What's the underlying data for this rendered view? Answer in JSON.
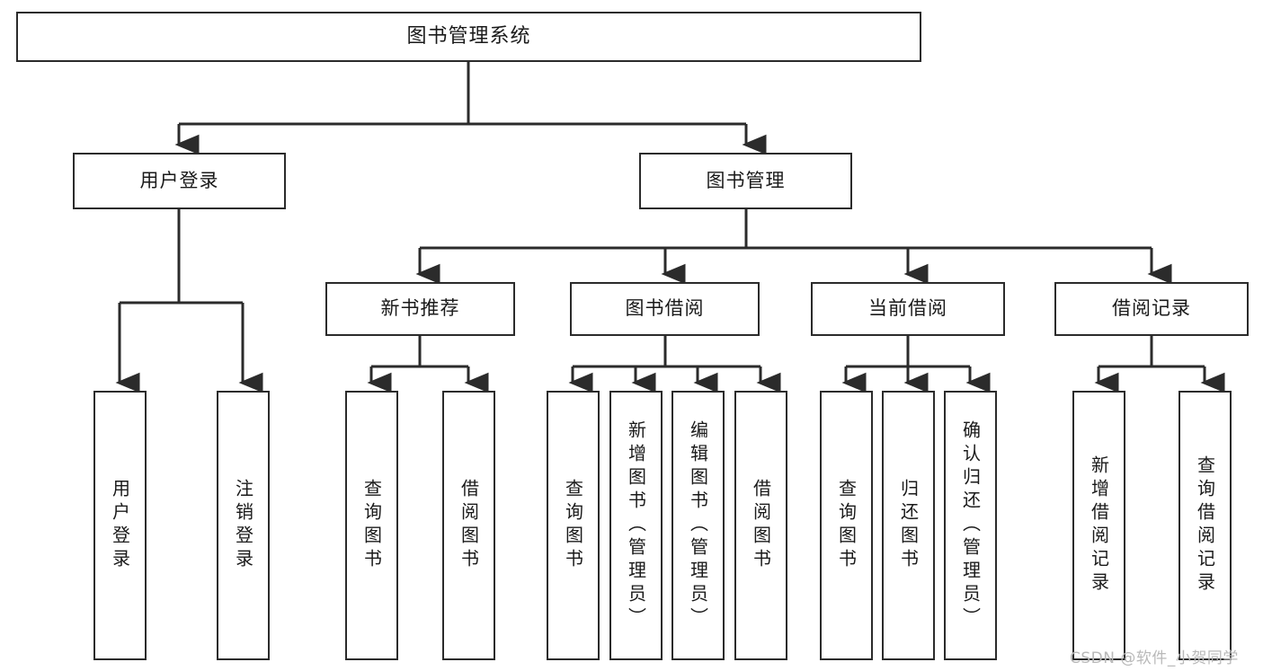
{
  "diagram": {
    "title": "图书管理系统",
    "type": "functional-structure-tree",
    "colors": {
      "box_border": "#2b2b2b",
      "box_fill": "#ffffff",
      "connector": "#2b2b2b",
      "text": "#1a1a1a",
      "watermark": "#b9b9b9",
      "background": "#ffffff"
    },
    "root": {
      "label": "图书管理系统"
    },
    "level2": [
      {
        "id": "user-login",
        "label": "用户登录"
      },
      {
        "id": "book-manage",
        "label": "图书管理"
      }
    ],
    "level3": [
      {
        "id": "new-book-recommend",
        "label": "新书推荐"
      },
      {
        "id": "book-borrow",
        "label": "图书借阅"
      },
      {
        "id": "current-borrow",
        "label": "当前借阅"
      },
      {
        "id": "borrow-record",
        "label": "借阅记录"
      }
    ],
    "leaves": {
      "user_login": [
        {
          "id": "leaf-user-login",
          "label": "用户登录"
        },
        {
          "id": "leaf-logout-login",
          "label": "注销登录"
        }
      ],
      "new_book_recommend": [
        {
          "id": "leaf-query-book-1",
          "label": "查询图书"
        },
        {
          "id": "leaf-borrow-book-1",
          "label": "借阅图书"
        }
      ],
      "book_borrow": [
        {
          "id": "leaf-query-book-2",
          "label": "查询图书"
        },
        {
          "id": "leaf-add-book",
          "label": "新增图书（管理员）"
        },
        {
          "id": "leaf-edit-book",
          "label": "编辑图书（管理员）"
        },
        {
          "id": "leaf-borrow-book-2",
          "label": "借阅图书"
        }
      ],
      "current_borrow": [
        {
          "id": "leaf-query-book-3",
          "label": "查询图书"
        },
        {
          "id": "leaf-return-book",
          "label": "归还图书"
        },
        {
          "id": "leaf-confirm-return",
          "label": "确认归还（管理员）"
        }
      ],
      "borrow_record": [
        {
          "id": "leaf-add-record",
          "label": "新增借阅记录"
        },
        {
          "id": "leaf-query-record",
          "label": "查询借阅记录"
        }
      ]
    }
  },
  "watermark": {
    "text": "CSDN @软件_小贺同学"
  }
}
